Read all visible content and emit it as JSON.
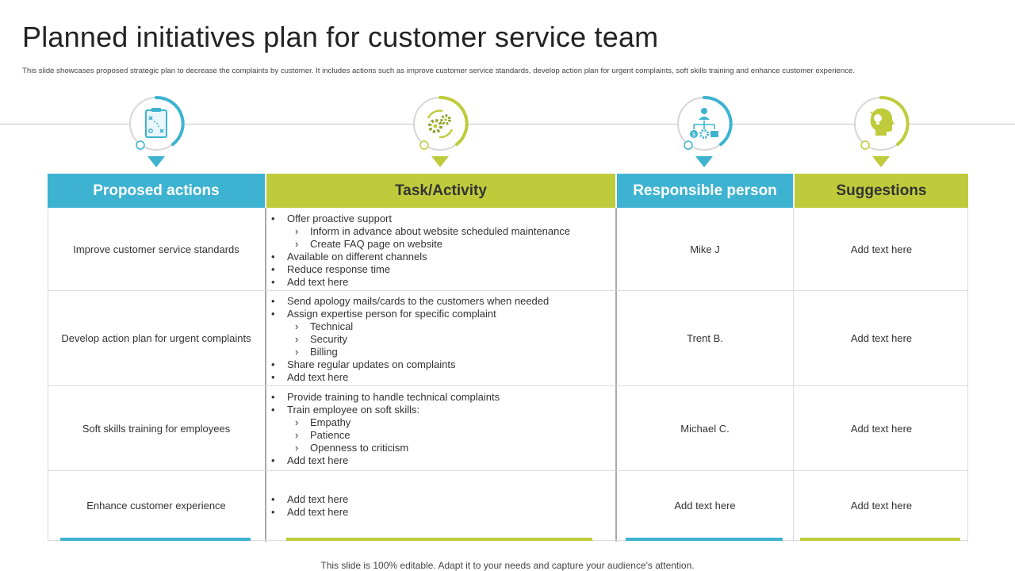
{
  "title": "Planned initiatives plan for customer service team",
  "subtitle": "This slide showcases proposed strategic plan to decrease the complaints by customer. It includes actions such as improve customer service standards, develop action plan for urgent complaints, soft skills training and enhance customer experience.",
  "colors": {
    "blue": "#3db3d1",
    "green": "#bfcb3b"
  },
  "icons": [
    "strategy-board-icon",
    "gears-cycle-icon",
    "org-hierarchy-icon",
    "head-lightbulb-icon"
  ],
  "headers": [
    "Proposed actions",
    "Task/Activity",
    "Responsible person",
    "Suggestions"
  ],
  "rows": [
    {
      "action": "Improve  customer service standards",
      "tasks": [
        {
          "level": 1,
          "text": "Offer  proactive  support"
        },
        {
          "level": 2,
          "text": "Inform  in advance  about  website scheduled maintenance"
        },
        {
          "level": 2,
          "text": "Create FAQ page on website"
        },
        {
          "level": 1,
          "text": "Available on different channels"
        },
        {
          "level": 1,
          "text": "Reduce response time"
        },
        {
          "level": 1,
          "text": "Add text here"
        }
      ],
      "person": "Mike J",
      "suggestion": "Add text here"
    },
    {
      "action": "Develop  action plan for urgent complaints",
      "tasks": [
        {
          "level": 1,
          "text": "Send apology mails/cards to the customers when needed"
        },
        {
          "level": 1,
          "text": "Assign expertise person for specific complaint"
        },
        {
          "level": 2,
          "text": "Technical"
        },
        {
          "level": 2,
          "text": "Security"
        },
        {
          "level": 2,
          "text": "Billing"
        },
        {
          "level": 1,
          "text": "Share regular updates on complaints"
        },
        {
          "level": 1,
          "text": "Add text here"
        }
      ],
      "person": "Trent  B.",
      "suggestion": "Add text here"
    },
    {
      "action": "Soft skills training for employees",
      "tasks": [
        {
          "level": 1,
          "text": "Provide  training to handle technical complaints"
        },
        {
          "level": 1,
          "text": "Train  employee  on soft skills:"
        },
        {
          "level": 2,
          "text": "Empathy"
        },
        {
          "level": 2,
          "text": "Patience"
        },
        {
          "level": 2,
          "text": "Openness to criticism"
        },
        {
          "level": 1,
          "text": "Add text here"
        }
      ],
      "person": "Michael C.",
      "suggestion": "Add text here"
    },
    {
      "action": "Enhance customer experience",
      "tasks": [
        {
          "level": 1,
          "text": "Add text here"
        },
        {
          "level": 1,
          "text": "Add text here"
        }
      ],
      "person": "Add text here",
      "suggestion": "Add text here"
    }
  ],
  "footer": "This slide is 100% editable. Adapt it to your needs and capture your audience's attention."
}
